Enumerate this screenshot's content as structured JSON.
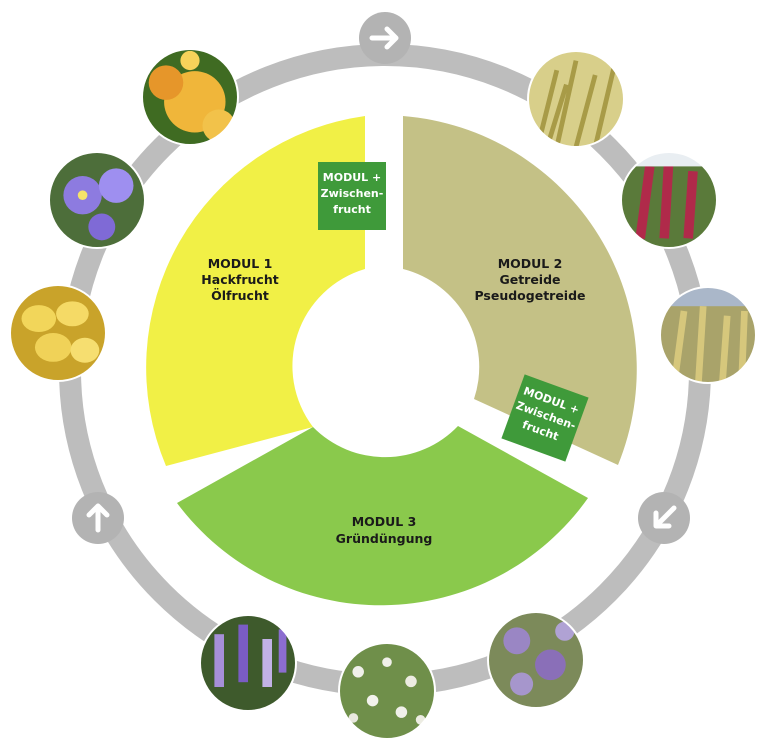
{
  "colors": {
    "ring": "#bdbdbd",
    "arrow_disc": "#b3b3b3",
    "module1": "#f1f046",
    "module2": "#c4c186",
    "module3": "#8ac94c",
    "badge": "#3f9a3a"
  },
  "modules": [
    {
      "title": "MODUL 1",
      "lines": [
        "Hackfrucht",
        "Ölfrucht"
      ]
    },
    {
      "title": "MODUL 2",
      "lines": [
        "Getreide",
        "Pseudogetreide"
      ]
    },
    {
      "title": "MODUL 3",
      "lines": [
        "Gründüngung"
      ]
    }
  ],
  "badges": [
    {
      "lines": [
        "MODUL +",
        "Zwischen-",
        "frucht"
      ]
    },
    {
      "lines": [
        "MODUL +",
        "Zwischen-",
        "frucht"
      ]
    }
  ],
  "photos": [
    {
      "subject": "pumpkins"
    },
    {
      "subject": "barley"
    },
    {
      "subject": "flax-flowers"
    },
    {
      "subject": "amaranth"
    },
    {
      "subject": "potatoes"
    },
    {
      "subject": "oats"
    },
    {
      "subject": "lupins"
    },
    {
      "subject": "clover-field"
    },
    {
      "subject": "phacelia"
    }
  ],
  "arrows": [
    {
      "icon": "arrow-right-icon"
    },
    {
      "icon": "arrow-down-left-icon"
    },
    {
      "icon": "arrow-up-icon"
    }
  ]
}
